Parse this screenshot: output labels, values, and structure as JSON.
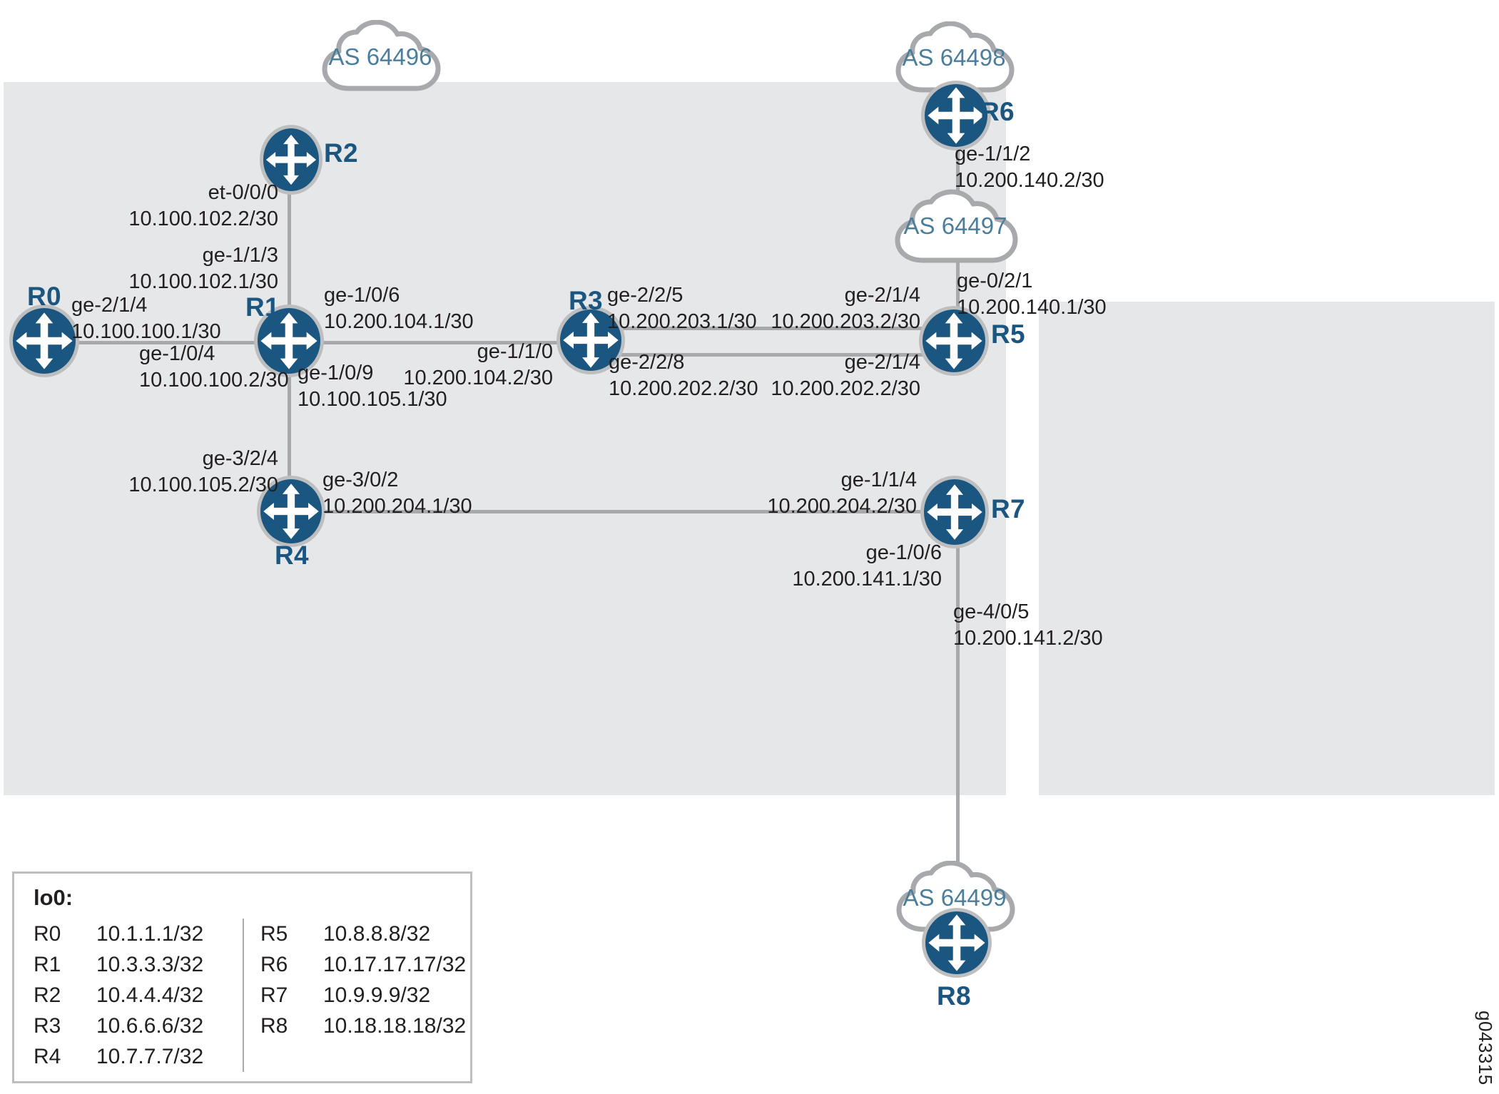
{
  "diagram": {
    "title": "BGP network topology",
    "watermark": "g043315",
    "colors": {
      "zone_fill": "#e6e7e8",
      "router_fill": "#1b5680",
      "router_ring": "#bcbec0",
      "link": "#a7a9ac",
      "label_text": "#231f20",
      "as_text": "#4a7e9b",
      "router_label": "#1b5680"
    }
  },
  "zones": [
    {
      "name": "as-64496-zone"
    },
    {
      "name": "as-64497-zone"
    }
  ],
  "clouds": [
    {
      "id": "as64496",
      "label": "AS 64496"
    },
    {
      "id": "as64497",
      "label": "AS 64497"
    },
    {
      "id": "as64498",
      "label": "AS 64498"
    },
    {
      "id": "as64499",
      "label": "AS 64499"
    }
  ],
  "routers": [
    {
      "id": "R0",
      "label": "R0"
    },
    {
      "id": "R1",
      "label": "R1"
    },
    {
      "id": "R2",
      "label": "R2"
    },
    {
      "id": "R3",
      "label": "R3"
    },
    {
      "id": "R4",
      "label": "R4"
    },
    {
      "id": "R5",
      "label": "R5"
    },
    {
      "id": "R6",
      "label": "R6"
    },
    {
      "id": "R7",
      "label": "R7"
    },
    {
      "id": "R8",
      "label": "R8"
    }
  ],
  "interfaces": {
    "r2_et000": {
      "name": "et-0/0/0",
      "address": "10.100.102.2/30"
    },
    "r1_ge113": {
      "name": "ge-1/1/3",
      "address": "10.100.102.1/30"
    },
    "r0_ge214": {
      "name": "ge-2/1/4",
      "address": "10.100.100.1/30"
    },
    "r1_ge104": {
      "name": "ge-1/0/4",
      "address": "10.100.100.2/30"
    },
    "r1_ge106": {
      "name": "ge-1/0/6",
      "address": "10.200.104.1/30"
    },
    "r3_ge110": {
      "name": "ge-1/1/0",
      "address": "10.200.104.2/30"
    },
    "r1_ge109": {
      "name": "ge-1/0/9",
      "address": "10.100.105.1/30"
    },
    "r4_ge324": {
      "name": "ge-3/2/4",
      "address": "10.100.105.2/30"
    },
    "r4_ge302": {
      "name": "ge-3/0/2",
      "address": "10.200.204.1/30"
    },
    "r7_ge114": {
      "name": "ge-1/1/4",
      "address": "10.200.204.2/30"
    },
    "r3_ge225": {
      "name": "ge-2/2/5",
      "address": "10.200.203.1/30"
    },
    "r5_ge214_a": {
      "name": "ge-2/1/4",
      "address": "10.200.203.2/30"
    },
    "r3_ge228": {
      "name": "ge-2/2/8",
      "address": "10.200.202.2/30"
    },
    "r5_ge214_b": {
      "name": "ge-2/1/4",
      "address": "10.200.202.2/30"
    },
    "r6_ge112": {
      "name": "ge-1/1/2",
      "address": "10.200.140.2/30"
    },
    "r5_ge021": {
      "name": "ge-0/2/1",
      "address": "10.200.140.1/30"
    },
    "r7_ge106": {
      "name": "ge-1/0/6",
      "address": "10.200.141.1/30"
    },
    "r8_ge405": {
      "name": "ge-4/0/5",
      "address": "10.200.141.2/30"
    }
  },
  "legend": {
    "title": "lo0:",
    "column_left": [
      {
        "router": "R0",
        "address": "10.1.1.1/32"
      },
      {
        "router": "R1",
        "address": "10.3.3.3/32"
      },
      {
        "router": "R2",
        "address": "10.4.4.4/32"
      },
      {
        "router": "R3",
        "address": "10.6.6.6/32"
      },
      {
        "router": "R4",
        "address": "10.7.7.7/32"
      }
    ],
    "column_right": [
      {
        "router": "R5",
        "address": "10.8.8.8/32"
      },
      {
        "router": "R6",
        "address": "10.17.17.17/32"
      },
      {
        "router": "R7",
        "address": "10.9.9.9/32"
      },
      {
        "router": "R8",
        "address": "10.18.18.18/32"
      }
    ]
  }
}
